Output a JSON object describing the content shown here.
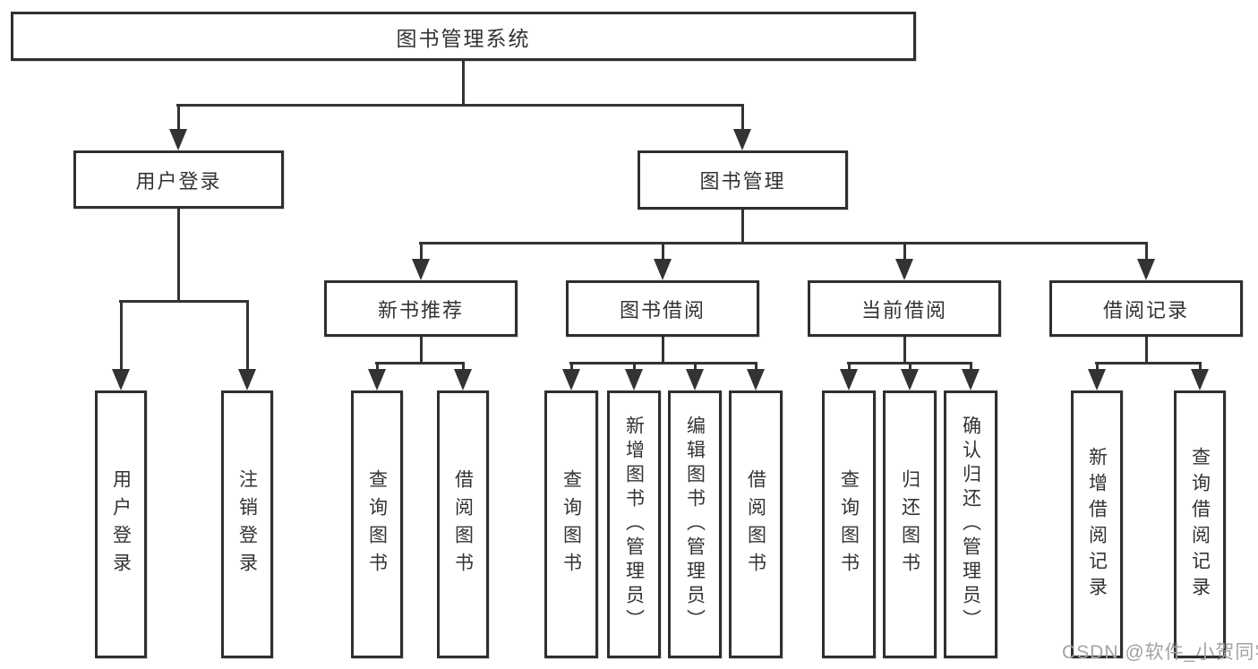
{
  "diagram": {
    "type": "tree",
    "root": {
      "label": "图书管理系统",
      "children": [
        {
          "label": "用户登录",
          "children": [
            {
              "label": "用户登录"
            },
            {
              "label": "注销登录"
            }
          ]
        },
        {
          "label": "图书管理",
          "children": [
            {
              "label": "新书推荐",
              "children": [
                {
                  "label": "查询图书"
                },
                {
                  "label": "借阅图书"
                }
              ]
            },
            {
              "label": "图书借阅",
              "children": [
                {
                  "label": "查询图书"
                },
                {
                  "label": "新增图书（管理员）"
                },
                {
                  "label": "编辑图书（管理员）"
                },
                {
                  "label": "借阅图书"
                }
              ]
            },
            {
              "label": "当前借阅",
              "children": [
                {
                  "label": "查询图书"
                },
                {
                  "label": "归还图书"
                },
                {
                  "label": "确认归还（管理员）"
                }
              ]
            },
            {
              "label": "借阅记录",
              "children": [
                {
                  "label": "新增借阅记录"
                },
                {
                  "label": "查询借阅记录"
                }
              ]
            }
          ]
        }
      ]
    }
  },
  "watermark": "CSDN @软件_小贺同学",
  "colors": {
    "line": "#333333",
    "box_border": "#2f2f2f",
    "text": "#333333",
    "watermark": "#a2a2a7",
    "background": "#ffffff"
  }
}
